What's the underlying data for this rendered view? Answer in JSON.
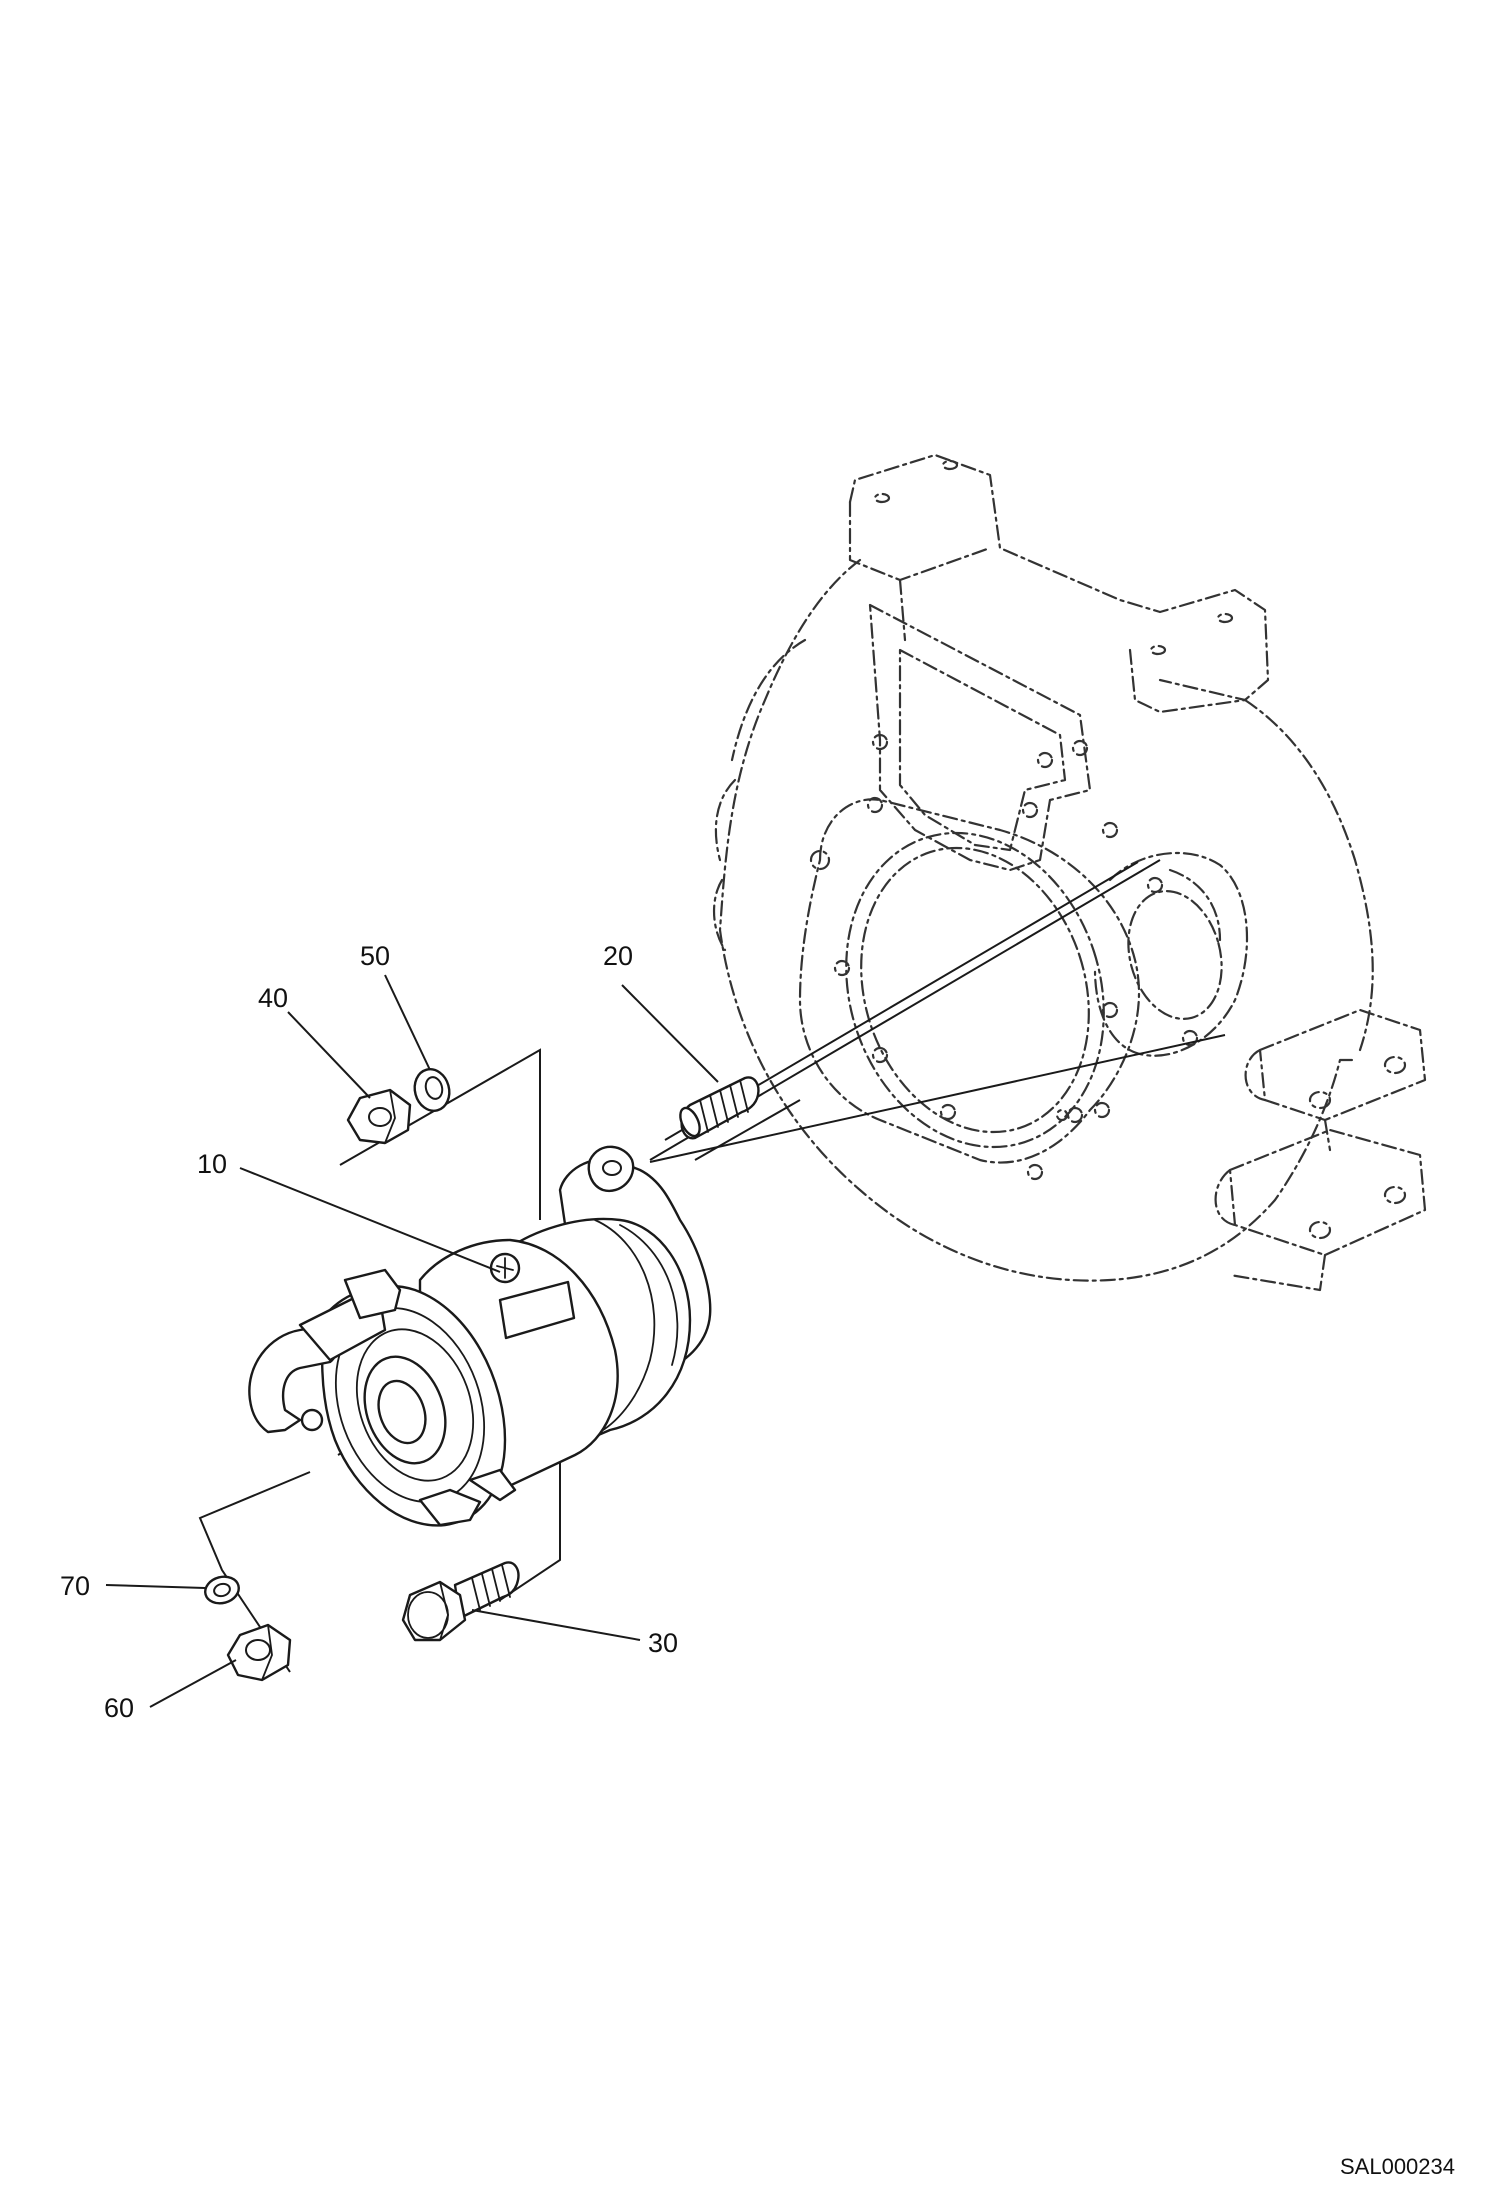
{
  "drawing_code": "SAL000234",
  "callouts": [
    {
      "id": "p10",
      "label": "10"
    },
    {
      "id": "p20",
      "label": "20"
    },
    {
      "id": "p30",
      "label": "30"
    },
    {
      "id": "p40",
      "label": "40"
    },
    {
      "id": "p50",
      "label": "50"
    },
    {
      "id": "p60",
      "label": "60"
    },
    {
      "id": "p70",
      "label": "70"
    }
  ],
  "icons": [
    "starter-motor",
    "stud-bolt",
    "hex-bolt",
    "hex-nut",
    "spring-washer",
    "flywheel-housing"
  ]
}
